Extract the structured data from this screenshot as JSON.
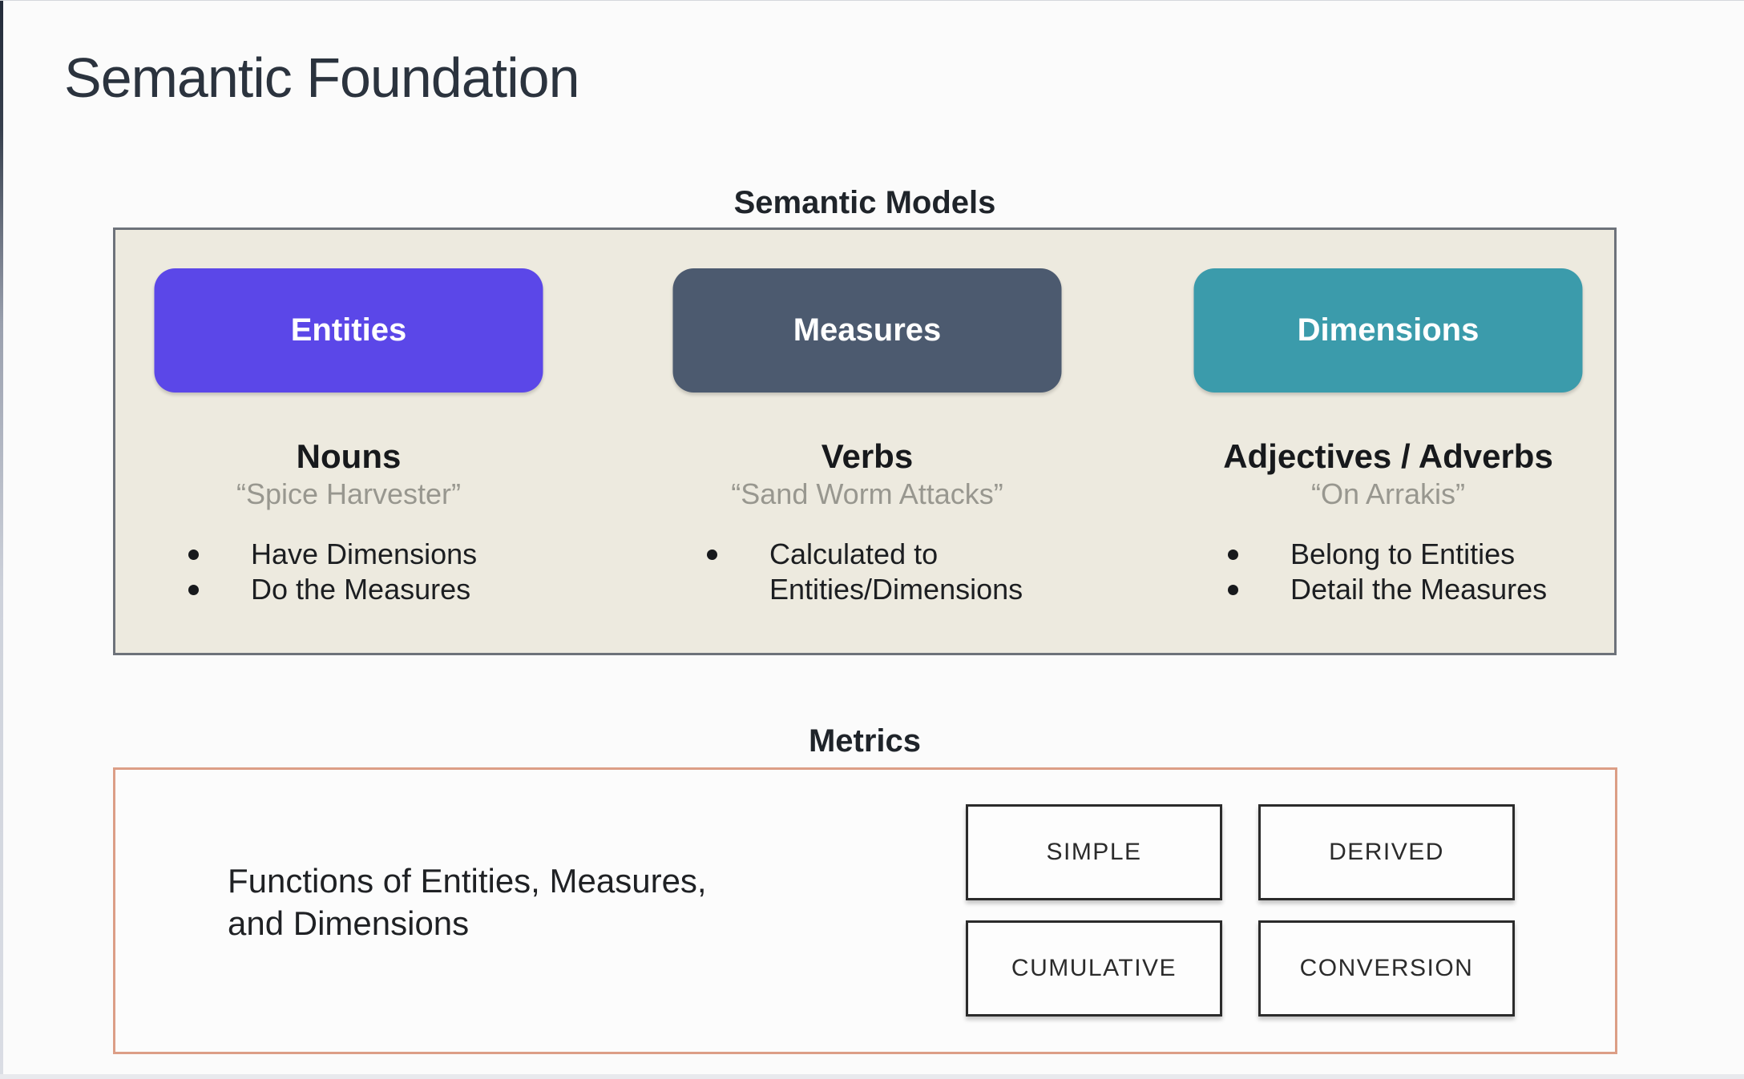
{
  "page": {
    "title": "Semantic Foundation"
  },
  "semantic_models": {
    "heading": "Semantic Models",
    "columns": [
      {
        "button_label": "Entities",
        "button_color": "#5b47e8",
        "role": "Nouns",
        "example": "“Spice Harvester”",
        "bullets": [
          "Have Dimensions",
          "Do the Measures"
        ]
      },
      {
        "button_label": "Measures",
        "button_color": "#4c5a6f",
        "role": "Verbs",
        "example": "“Sand Worm Attacks”",
        "bullets": [
          "Calculated to Entities/Dimensions"
        ]
      },
      {
        "button_label": "Dimensions",
        "button_color": "#3b9bab",
        "role": "Adjectives / Adverbs",
        "example": "“On Arrakis”",
        "bullets": [
          "Belong to Entities",
          "Detail the Measures"
        ]
      }
    ]
  },
  "metrics": {
    "heading": "Metrics",
    "description": "Functions of Entities, Measures,\nand Dimensions",
    "types": [
      "SIMPLE",
      "DERIVED",
      "CUMULATIVE",
      "CONVERSION"
    ]
  },
  "colors": {
    "panel_background": "#edeadf",
    "panel_border": "#6d727a",
    "metrics_border": "#dc9e86",
    "entities": "#5b47e8",
    "measures": "#4c5a6f",
    "dimensions": "#3b9bab"
  }
}
